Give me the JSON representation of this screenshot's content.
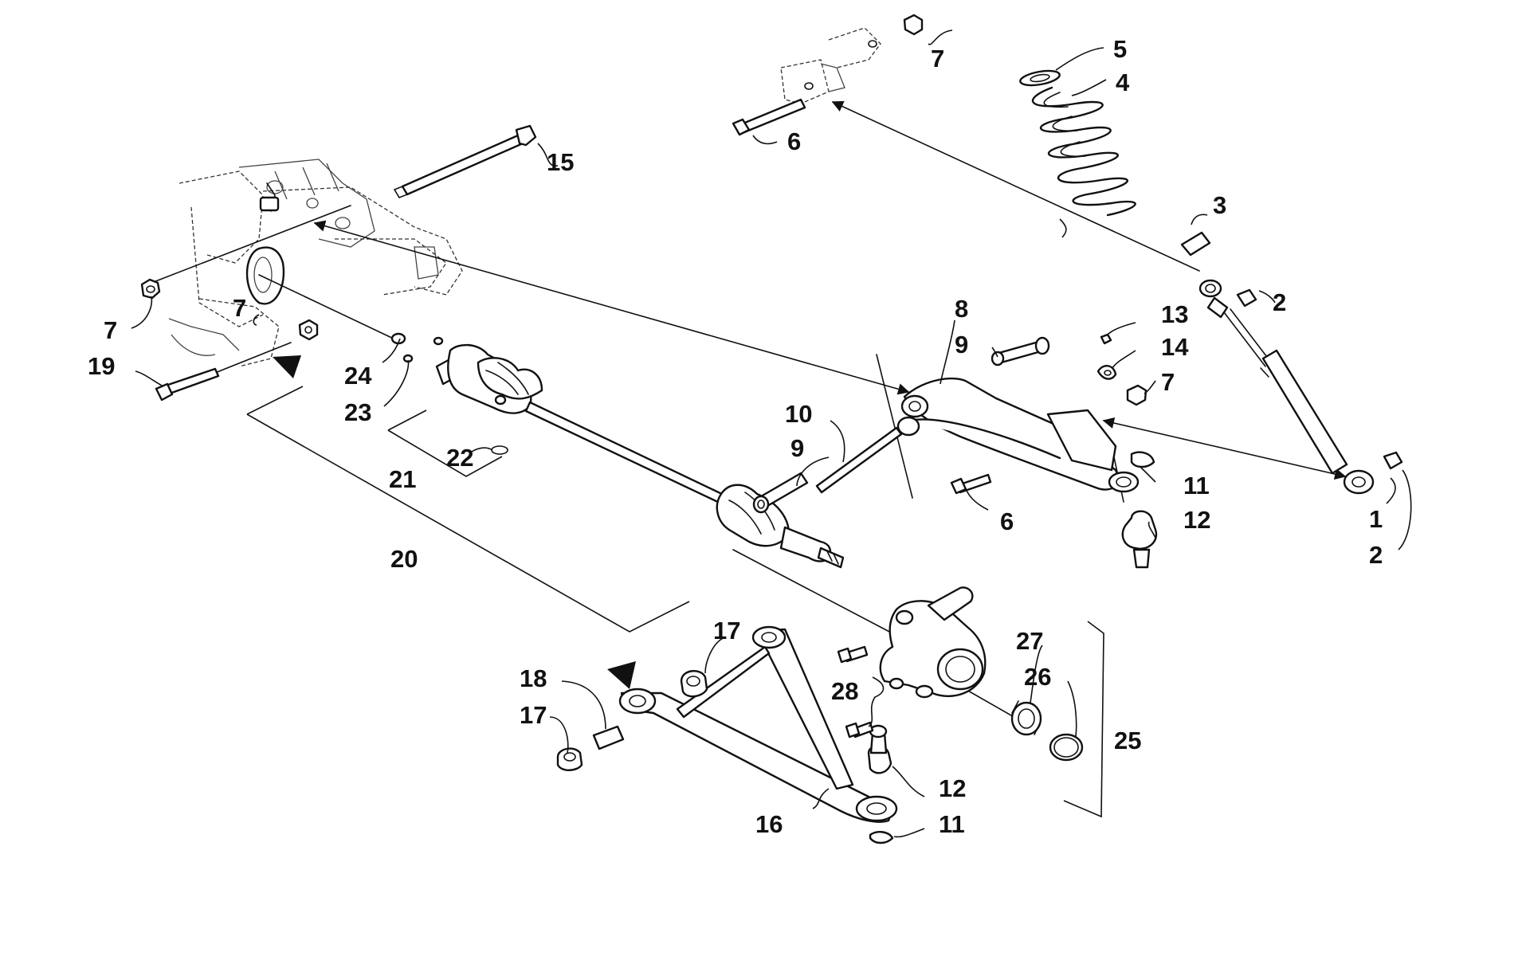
{
  "figure": {
    "callouts": [
      {
        "id": "c15",
        "text": "15"
      },
      {
        "id": "c7a",
        "text": "7"
      },
      {
        "id": "c6a",
        "text": "6"
      },
      {
        "id": "c5",
        "text": "5"
      },
      {
        "id": "c4",
        "text": "4"
      },
      {
        "id": "c3",
        "text": "3"
      },
      {
        "id": "c2a",
        "text": "2"
      },
      {
        "id": "c7b",
        "text": "7"
      },
      {
        "id": "c7c",
        "text": "7"
      },
      {
        "id": "c19",
        "text": "19"
      },
      {
        "id": "c24",
        "text": "24"
      },
      {
        "id": "c23",
        "text": "23"
      },
      {
        "id": "c22",
        "text": "22"
      },
      {
        "id": "c21",
        "text": "21"
      },
      {
        "id": "c20",
        "text": "20"
      },
      {
        "id": "c8",
        "text": "8"
      },
      {
        "id": "c9a",
        "text": "9"
      },
      {
        "id": "c13",
        "text": "13"
      },
      {
        "id": "c14",
        "text": "14"
      },
      {
        "id": "c7d",
        "text": "7"
      },
      {
        "id": "c10",
        "text": "10"
      },
      {
        "id": "c9b",
        "text": "9"
      },
      {
        "id": "c11a",
        "text": "11"
      },
      {
        "id": "c6b",
        "text": "6"
      },
      {
        "id": "c12a",
        "text": "12"
      },
      {
        "id": "c1",
        "text": "1"
      },
      {
        "id": "c2b",
        "text": "2"
      },
      {
        "id": "c17a",
        "text": "17"
      },
      {
        "id": "c18",
        "text": "18"
      },
      {
        "id": "c17b",
        "text": "17"
      },
      {
        "id": "c27",
        "text": "27"
      },
      {
        "id": "c26",
        "text": "26"
      },
      {
        "id": "c28",
        "text": "28"
      },
      {
        "id": "c25",
        "text": "25"
      },
      {
        "id": "c12b",
        "text": "12"
      },
      {
        "id": "c16",
        "text": "16"
      },
      {
        "id": "c11b",
        "text": "11"
      }
    ]
  }
}
